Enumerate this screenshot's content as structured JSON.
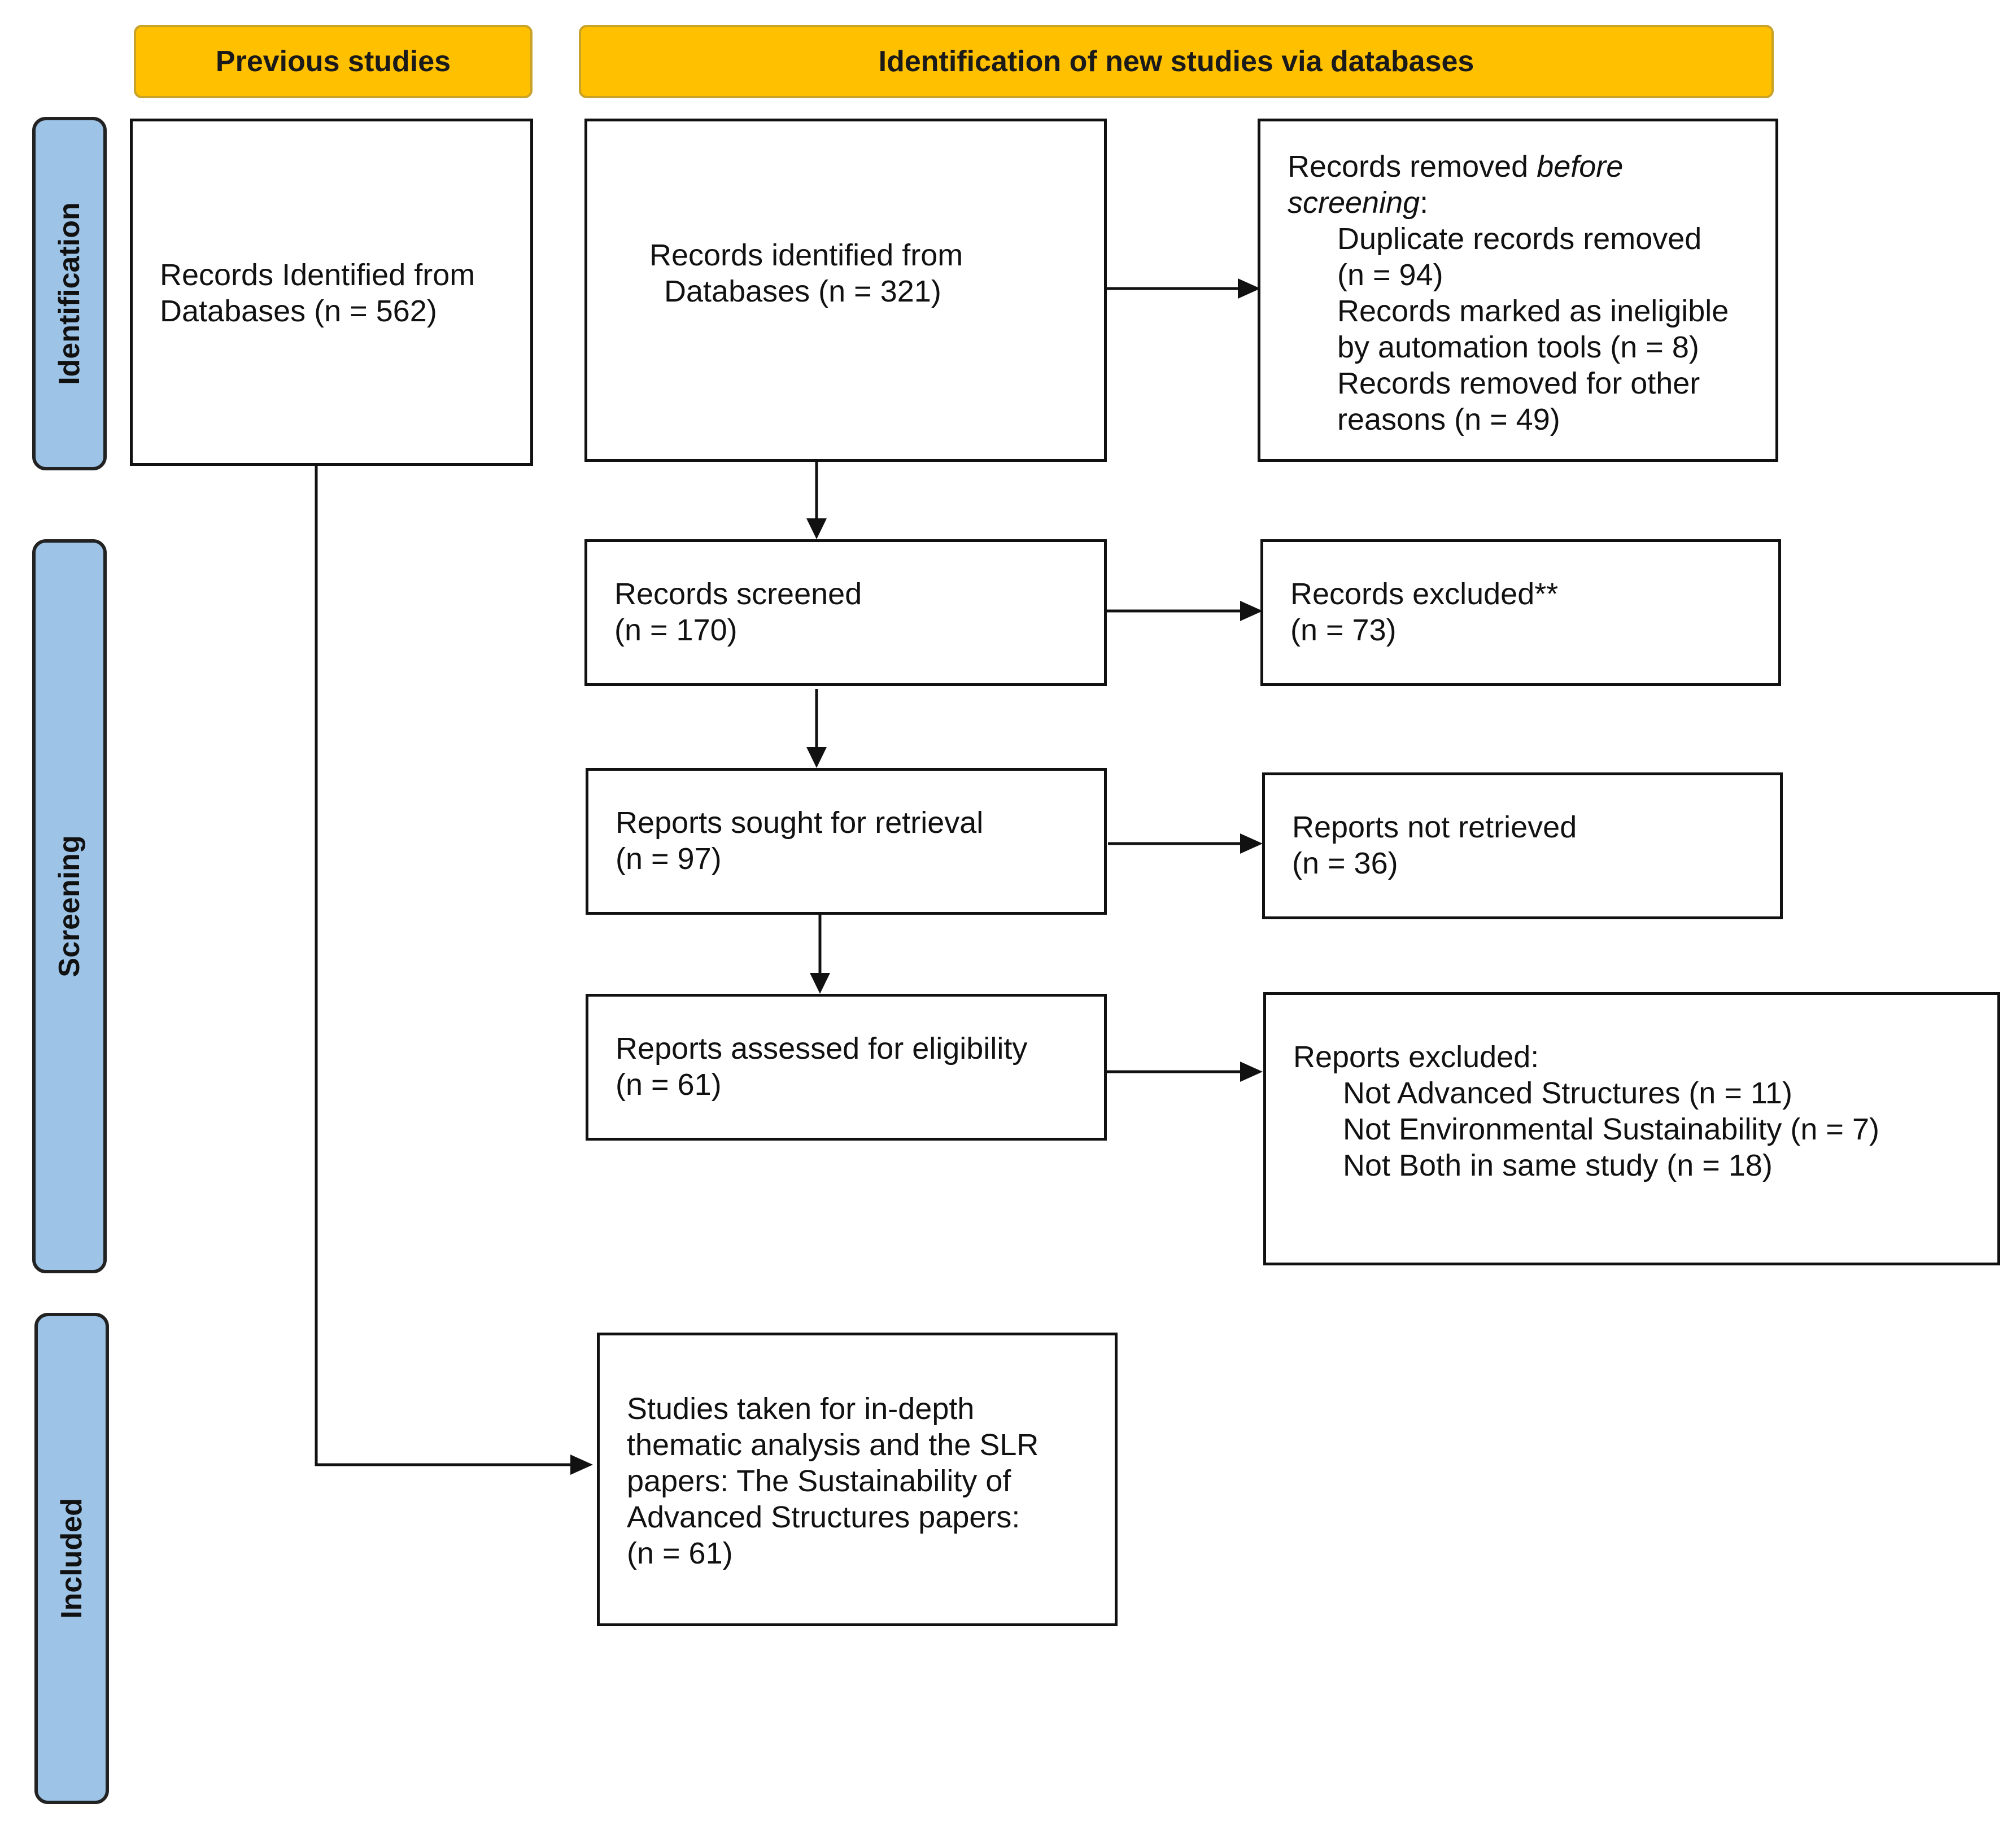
{
  "headers": {
    "previous": "Previous studies",
    "new": "Identification of new studies via databases"
  },
  "phases": {
    "identification": "Identification",
    "screening": "Screening",
    "included": "Included"
  },
  "previous_box": {
    "line1": "Records Identified from",
    "line2": "Databases (n = 562)"
  },
  "identified_box": {
    "line1": "Records identified from",
    "line2": "Databases (n = 321)"
  },
  "removed_box": {
    "title_prefix": "Records removed ",
    "title_em": "before",
    "title_em2": "screening",
    "title_suffix": ":",
    "items": [
      "Duplicate records removed",
      "(n = 94)",
      "Records marked as ineligible",
      "by automation tools (n = 8)",
      "Records removed for other",
      "reasons (n = 49)"
    ]
  },
  "screened_box": {
    "line1": "Records screened",
    "line2": "(n = 170)"
  },
  "excluded_box": {
    "line1": "Records excluded**",
    "line2": "(n = 73)"
  },
  "sought_box": {
    "line1": "Reports sought for retrieval",
    "line2": "(n = 97)"
  },
  "not_retrieved_box": {
    "line1": "Reports not retrieved",
    "line2": "(n = 36)"
  },
  "assessed_box": {
    "line1": "Reports assessed for eligibility",
    "line2": "(n = 61)"
  },
  "reports_excluded_box": {
    "title": "Reports excluded:",
    "items": [
      "Not Advanced Structures (n = 11)",
      "Not Environmental Sustainability (n = 7)",
      "Not Both in same study (n = 18)"
    ]
  },
  "included_box": {
    "lines": [
      "Studies taken for in-depth",
      "thematic analysis and the SLR",
      "papers: The Sustainability of",
      "Advanced Structures papers:",
      "(n = 61)"
    ]
  },
  "colors": {
    "header_fill": "#FFC000",
    "phase_fill": "#9DC3E6",
    "line": "#111111"
  }
}
